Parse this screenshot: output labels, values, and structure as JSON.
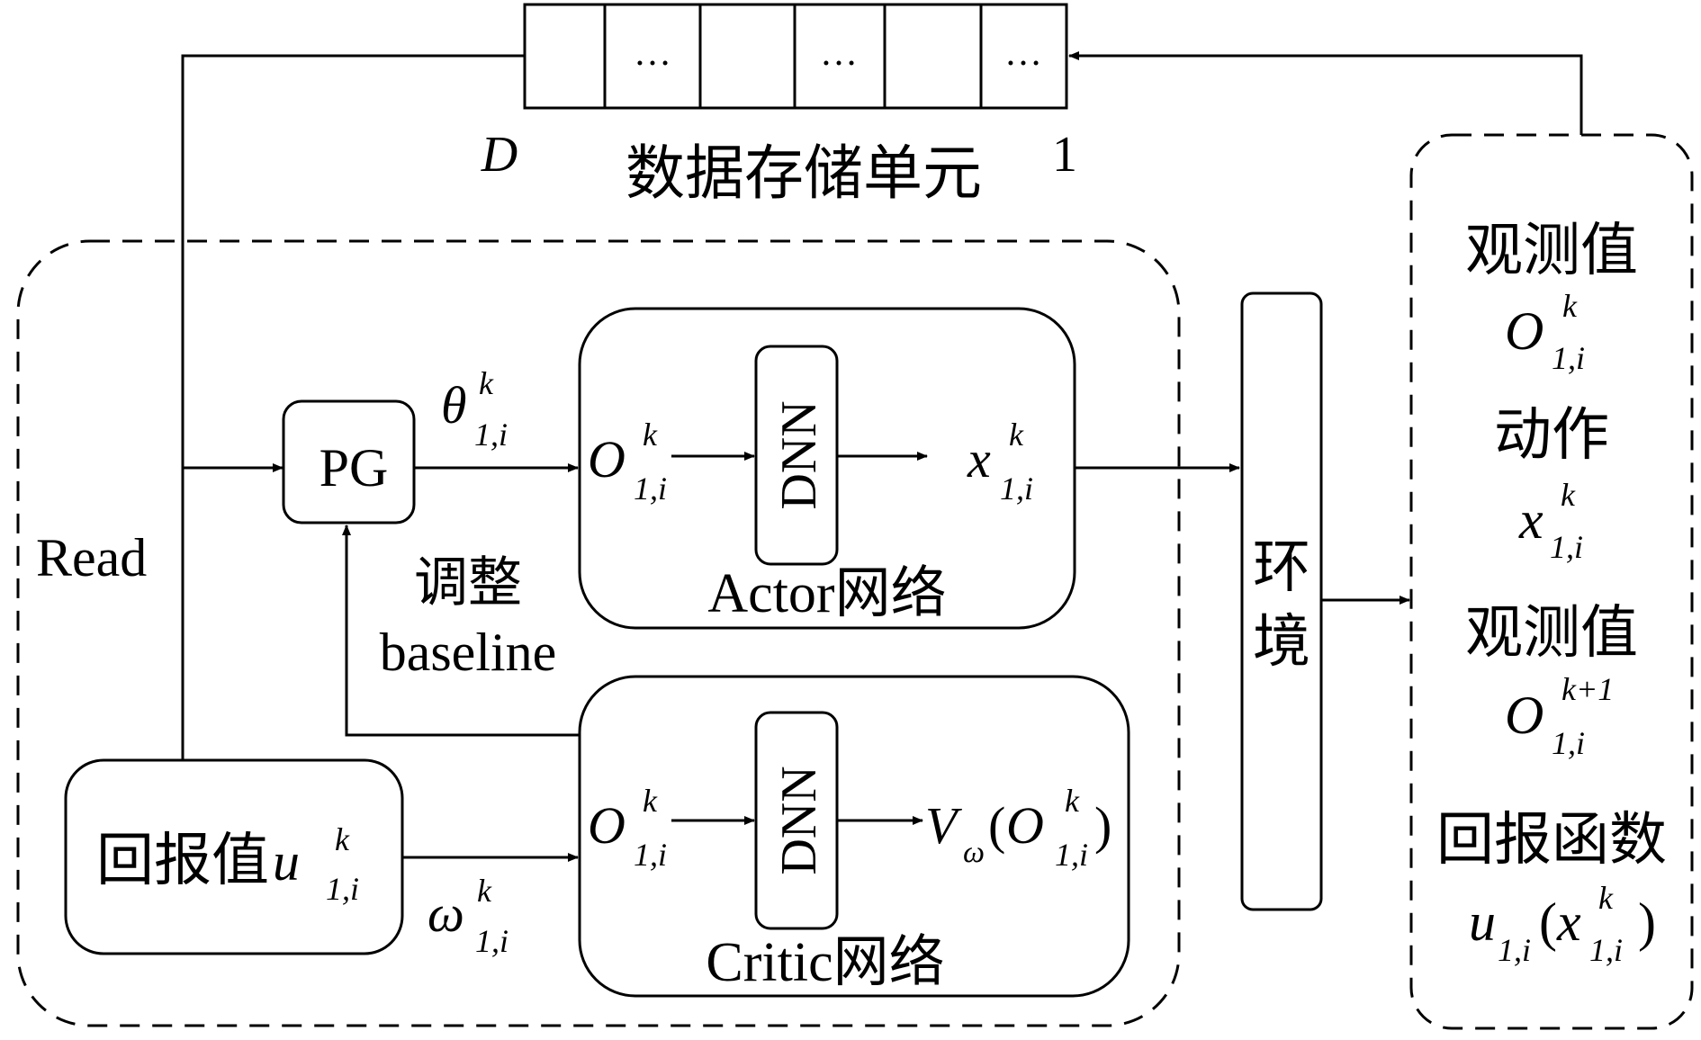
{
  "buffer": {
    "title": "数据存储单元",
    "left_index": "D",
    "right_index": "1",
    "cells": [
      "",
      "…",
      "",
      "…",
      "",
      "…"
    ]
  },
  "read_label": "Read",
  "pg_label": "PG",
  "theta": {
    "base": "θ",
    "sup": "k",
    "sub": "1,i"
  },
  "omega": {
    "base": "ω",
    "sup": "k",
    "sub": "1,i"
  },
  "adjust": {
    "line1": "调整",
    "line2": "baseline"
  },
  "actor": {
    "title": "Actor网络",
    "input": {
      "base": "O",
      "sup": "k",
      "sub": "1,i"
    },
    "dnn": "DNN",
    "output": {
      "base": "x",
      "sup": "k",
      "sub": "1,i"
    }
  },
  "critic": {
    "title": "Critic网络",
    "input": {
      "base": "O",
      "sup": "k",
      "sub": "1,i"
    },
    "dnn": "DNN",
    "output": {
      "V": "V",
      "V_sub": "ω",
      "open": "(",
      "base": "O",
      "sup": "k",
      "sub": "1,i",
      "close": ")"
    }
  },
  "reward_box": {
    "text": "回报值",
    "base": "u",
    "sup": "k",
    "sub": "1,i"
  },
  "environment": {
    "char1": "环",
    "char2": "境"
  },
  "side_panel": {
    "obs1_label": "观测值",
    "obs1": {
      "base": "O",
      "sup": "k",
      "sub": "1,i"
    },
    "action_label": "动作",
    "action": {
      "base": "x",
      "sup": "k",
      "sub": "1,i"
    },
    "obs2_label": "观测值",
    "obs2": {
      "base": "O",
      "sup": "k+1",
      "sub": "1,i"
    },
    "reward_label": "回报函数",
    "reward": {
      "u": "u",
      "u_sub": "1,i",
      "open": "(",
      "base": "x",
      "sup": "k",
      "sub": "1,i",
      "close": ")"
    }
  }
}
